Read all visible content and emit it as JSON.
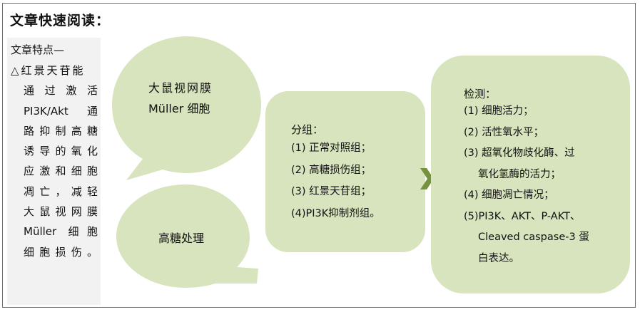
{
  "title": "文章快速阅读：",
  "sidebar": {
    "heading": "文章特点—",
    "lines": [
      "△红景天苷能",
      "通过激活",
      "PI3K/Akt 通",
      "路抑制高糖",
      "诱导的氧化",
      "应激和细胞",
      "凋亡，减轻",
      "大鼠视网膜",
      "Müller 细胞",
      "细胞损伤。"
    ]
  },
  "bubble_top": {
    "line1": "大鼠视网膜",
    "line2": "Müller 细胞"
  },
  "bubble_bottom": {
    "text": "高糖处理"
  },
  "group_box": {
    "title": "分组：",
    "items": [
      "(1) 正常对照组；",
      "(2) 高糖损伤组；",
      "(3) 红景天苷组；",
      "(4)PI3K抑制剂组。"
    ]
  },
  "detect_box": {
    "title": "检测：",
    "rows": [
      "(1) 细胞活力；",
      "(2) 活性氧水平；",
      "(3) 超氧化物歧化酶、过",
      "氧化氢酶的活力；",
      "(4) 细胞凋亡情况；",
      "(5)PI3K、AKT、P-AKT、",
      "Cleaved caspase-3 蛋",
      "白表达。"
    ]
  },
  "colors": {
    "shape_fill": "#d7e4bd",
    "arrow": "#76923c",
    "sidebar_bg": "#f2f2f2",
    "border": "#6e6e6e"
  },
  "icons": {
    "arrow": "chevron-right-icon"
  }
}
